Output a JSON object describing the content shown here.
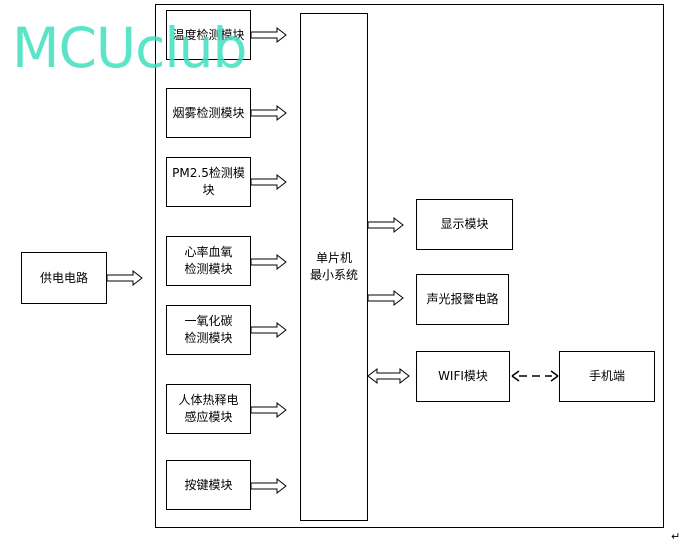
{
  "watermark": "MCUclub",
  "blocks": {
    "temp": "温度检测模块",
    "smoke": "烟雾检测模块",
    "pm25": "PM2.5检测模块",
    "heart": "心率血氧\n检测模块",
    "co": "一氧化碳\n检测模块",
    "pir": "人体热释电\n感应模块",
    "keys": "按键模块",
    "mcu": "单片机\n最小系统",
    "display": "显示模块",
    "alarm": "声光报警电路",
    "wifi": "WIFI模块",
    "phone": "手机端",
    "power": "供电电路"
  },
  "mark": "↵"
}
